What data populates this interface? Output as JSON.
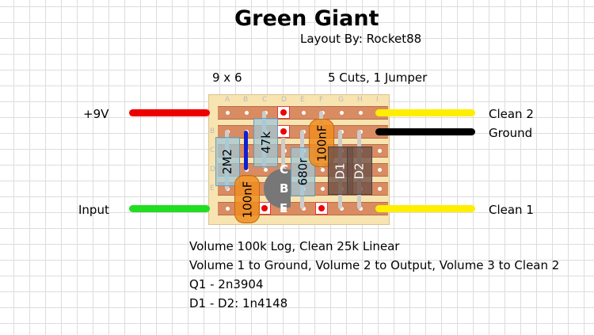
{
  "title": "Green Giant",
  "author": "Layout By: Rocket88",
  "board_size": "9 x 6",
  "cuts_info": "5 Cuts, 1 Jumper",
  "columns": [
    "A",
    "B",
    "C",
    "D",
    "E",
    "F",
    "G",
    "H",
    "I"
  ],
  "rows": [
    "B",
    "C",
    "D",
    "E"
  ],
  "left_labels": {
    "power": "+9V",
    "input": "Input"
  },
  "right_labels": {
    "clean2": "Clean 2",
    "ground": "Ground",
    "clean1": "Clean 1"
  },
  "components": {
    "r1": "2M2",
    "r2": "47k",
    "r3": "680r",
    "c1": "100nF",
    "c2": "100nF",
    "d1": "D1",
    "d2": "D2",
    "q_c": "C",
    "q_b": "B",
    "q_e": "E"
  },
  "notes": [
    "Volume 100k Log, Clean 25k Linear",
    "Volume 1 to Ground, Volume 2 to Output, Volume 3 to Clean 2",
    "Q1 - 2n3904",
    "D1 - D2: 1n4148"
  ],
  "colors": {
    "strip": "#d98b62",
    "board": "#f7e4b0",
    "power_wire": "#e00000",
    "ground_wire": "#000000",
    "input_wire": "#22dd22",
    "output_wire": "#ffee00"
  }
}
